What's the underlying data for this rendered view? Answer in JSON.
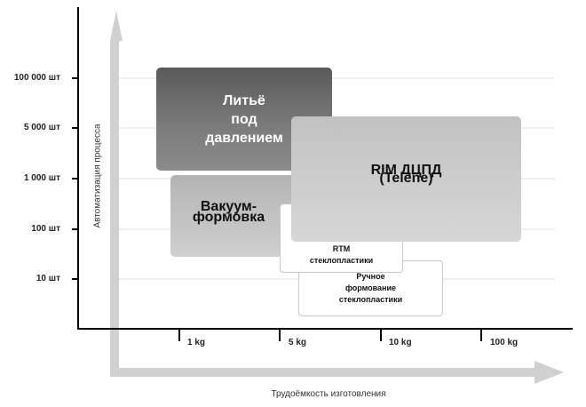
{
  "y_axis": {
    "title": "Автоматизация процесса",
    "ticks": [
      "100 000 шт",
      "5 000 шт",
      "1 000 шт",
      "100 шт",
      "10 шт"
    ]
  },
  "x_axis": {
    "title": "Трудоёмкость изготовления",
    "ticks": [
      "1 kg",
      "5 kg",
      "10 kg",
      "100 kg"
    ]
  },
  "regions": {
    "injection": {
      "lines": [
        "Литьё",
        "под",
        "давлением"
      ],
      "color": "#6a6a6a"
    },
    "vacuum": {
      "lines": [
        "Вакуум-",
        "формовка"
      ],
      "color": "#c2c2c2"
    },
    "rim": {
      "lines": [
        "RIM ДЦПД",
        "(Telene)"
      ],
      "color": "#cbcbcb"
    },
    "rtm": {
      "lines": [
        "RTM",
        "стеклопластики"
      ],
      "color": "#ffffff"
    },
    "hand": {
      "lines": [
        "Ручное",
        "формование",
        "стеклопластики"
      ],
      "color": "#ffffff"
    }
  },
  "colors": {
    "axis_line": "#000000",
    "gridline": "#e2e2e2",
    "arrow": "#d0d0d0"
  }
}
